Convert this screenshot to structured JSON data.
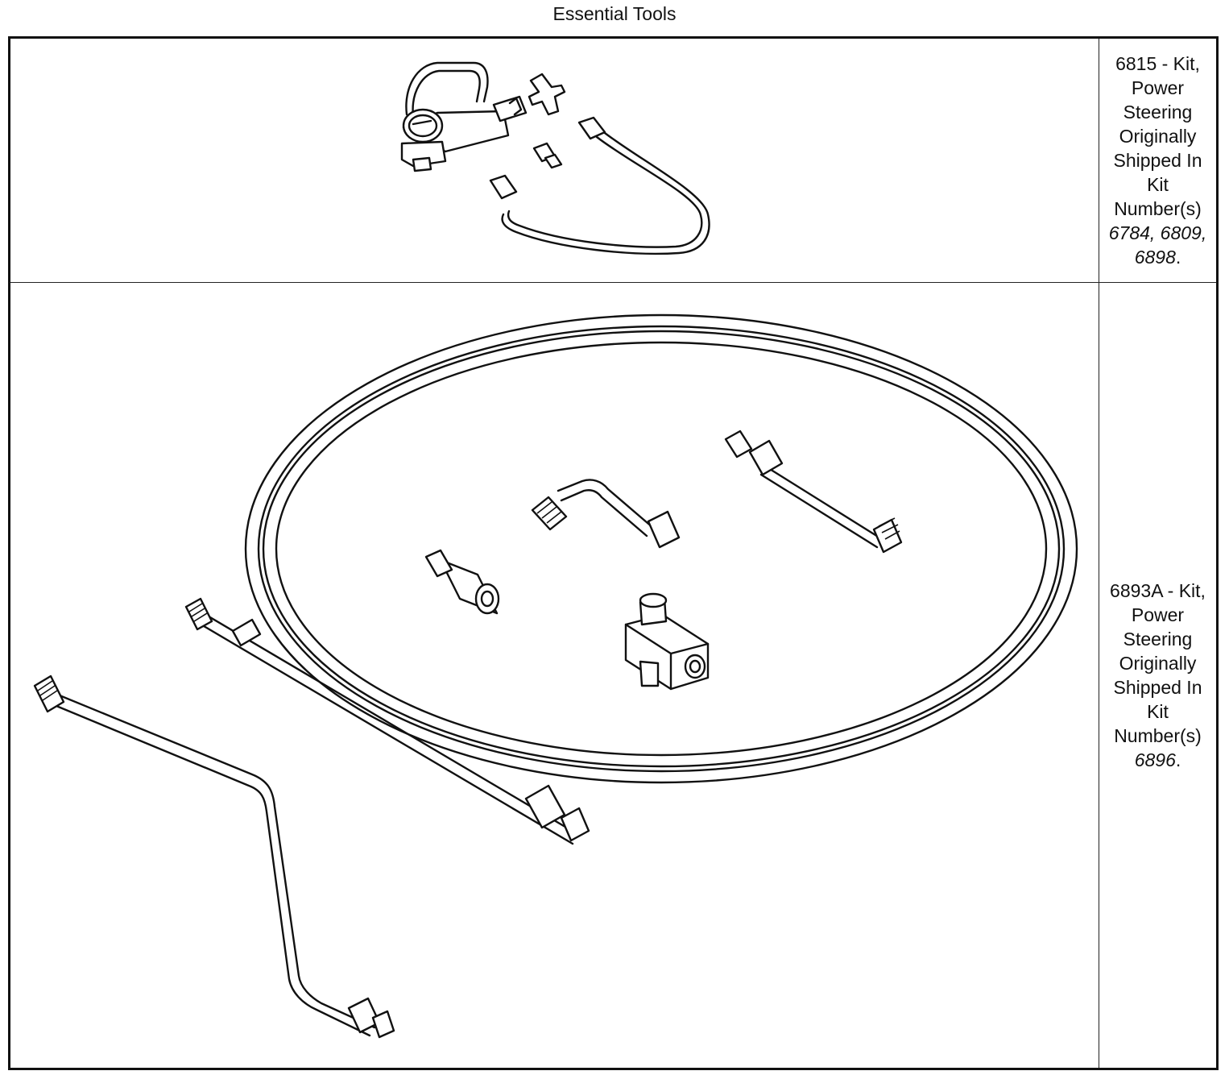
{
  "page": {
    "title": "Essential Tools"
  },
  "tools": [
    {
      "description": "6815 - Kit, Power Steering Originally Shipped In Kit Number(s)",
      "kit_numbers": "6784, 6809, 6898",
      "kit_numbers_suffix": "."
    },
    {
      "description": "6893A - Kit, Power Steering Originally Shipped In Kit Number(s)",
      "kit_numbers": "6896",
      "kit_numbers_suffix": "."
    }
  ]
}
